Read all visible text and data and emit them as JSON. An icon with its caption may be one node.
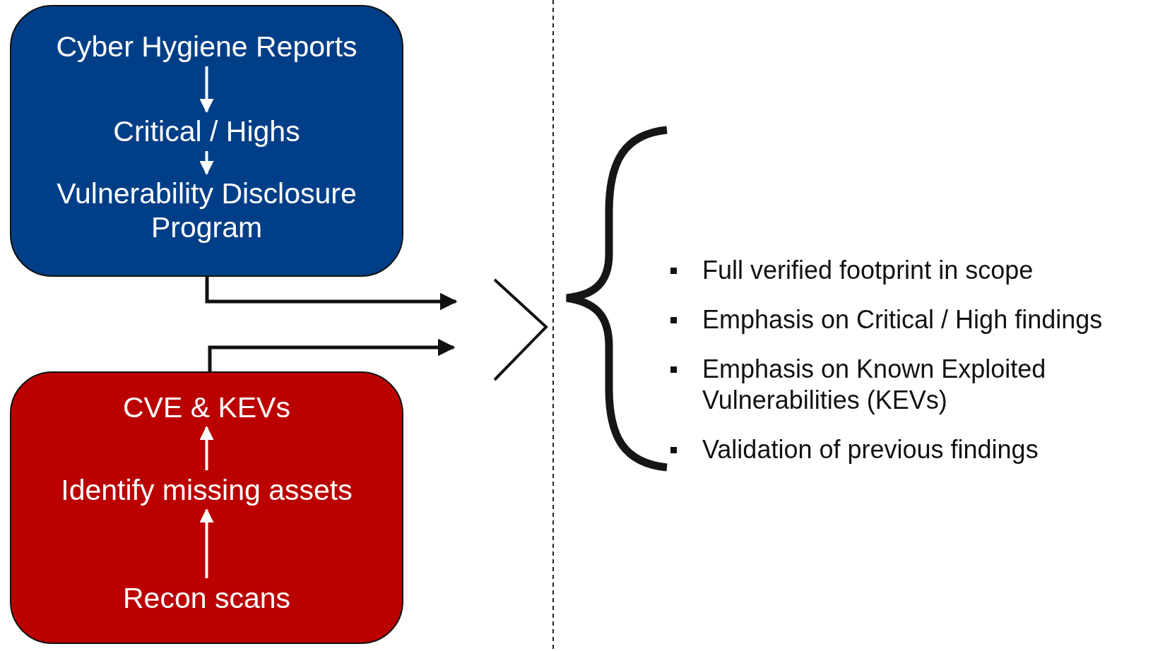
{
  "diagram": {
    "nodes": [
      {
        "text": [],
        "shape": "box"
      },
      {
        "text": [
          "Cyber Hygiene Reports"
        ],
        "in": 0
      },
      {
        "text": [
          "Critical / Highs"
        ],
        "in": 0
      },
      {
        "text": [
          "Vulnerability Disclosure Program"
        ],
        "in": 0
      },
      {
        "text": [],
        "shape": "box"
      },
      {
        "text": [
          "CVE & KEVs"
        ],
        "in": 4
      },
      {
        "text": [
          "Identify missing assets"
        ],
        "in": 4
      },
      {
        "text": [
          "Recon scans"
        ],
        "in": 4
      }
    ],
    "edges": [
      {
        "from": 1,
        "to": 2,
        "arrow": "to"
      },
      {
        "from": 2,
        "to": 3,
        "arrow": "to"
      },
      {
        "from": 7,
        "to": 6,
        "arrow": "to"
      },
      {
        "from": 6,
        "to": 5,
        "arrow": "to"
      },
      {
        "from": 0,
        "to": null,
        "arrow": "to",
        "color": "#111111"
      },
      {
        "from": 4,
        "to": null,
        "arrow": "to",
        "color": "#111111"
      }
    ],
    "labels": [
      "Full verified footprint in scope",
      "Emphasis on Critical / High findings",
      "Emphasis on Known Exploited Vulnerabilities (KEVs)",
      "Validation of previous findings"
    ]
  }
}
